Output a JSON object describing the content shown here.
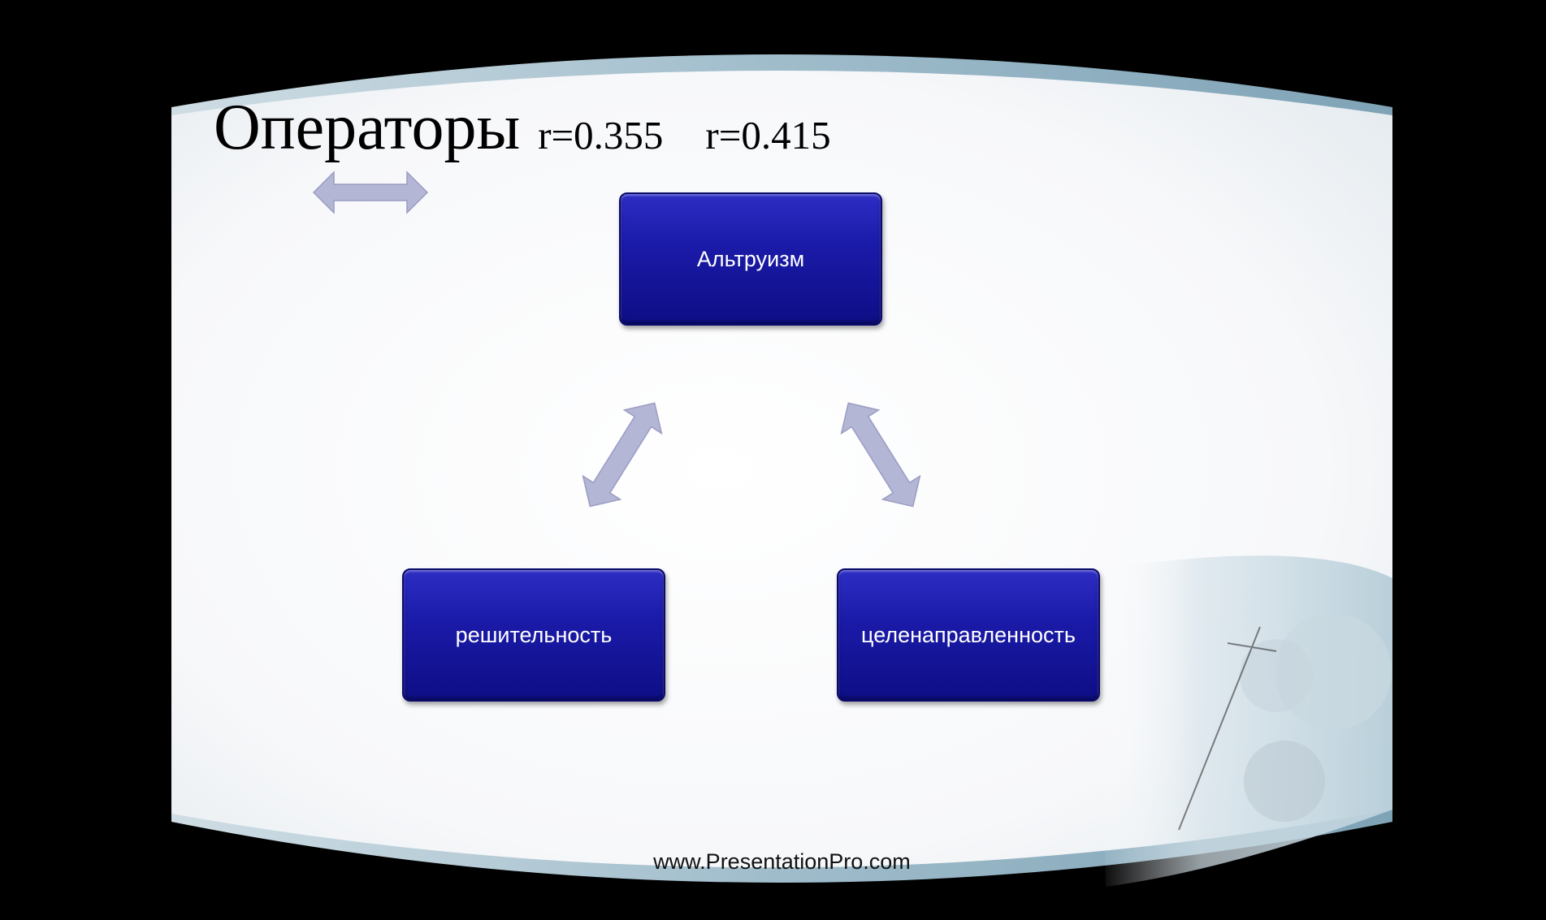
{
  "slide": {
    "title": "Операторы",
    "stats": [
      "r=0.355",
      "r=0.415"
    ],
    "footer": "www.PresentationPro.com"
  },
  "diagram": {
    "nodes": {
      "top": "Альтруизм",
      "left": "решительность",
      "right": "целенаправленность"
    }
  },
  "colors": {
    "node_fill": "#1a1aa8",
    "arrow_fill": "#b4b6d6",
    "background": "#ffffff",
    "frame": "#000000",
    "band": "#9fbccb"
  },
  "icons": {
    "legend_arrow": "double-arrow-icon",
    "connectors": "double-arrow-icon",
    "photo": "people-photo"
  }
}
